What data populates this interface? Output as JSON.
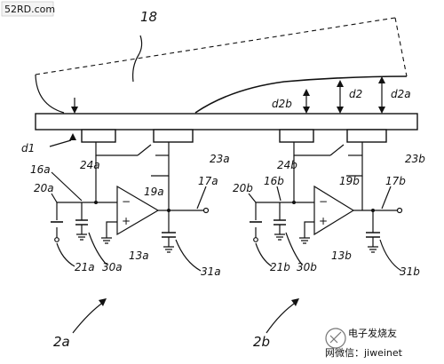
{
  "watermark": {
    "site": "52RD.com",
    "footer_text": "网微信：jiweinet",
    "footer_logo_text": "电子发烧友"
  },
  "labels": {
    "finger": "18",
    "d1": "d1",
    "d2": "d2",
    "d2a": "d2a",
    "d2b": "d2b",
    "group_a": "2a",
    "group_b": "2b"
  },
  "sensor_a": {
    "plate_left": "24a",
    "plate_right": "23a",
    "switch": "19a",
    "node": "16a",
    "input_cap_node": "20a",
    "ground_cap_left": "21a",
    "ground_cap_right": "30a",
    "amplifier": "13a",
    "output": "17a",
    "output_cap": "31a"
  },
  "sensor_b": {
    "plate_left": "24b",
    "plate_right": "23b",
    "switch": "19b",
    "node": "16b",
    "input_cap_node": "20b",
    "ground_cap_left": "21b",
    "ground_cap_right": "30b",
    "amplifier": "13b",
    "output": "17b",
    "output_cap": "31b"
  }
}
